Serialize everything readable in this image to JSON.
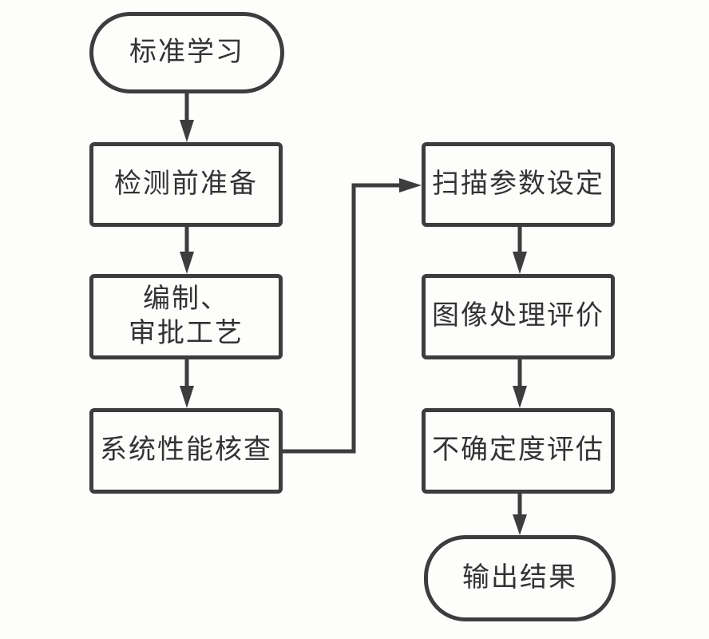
{
  "diagram": {
    "type": "flowchart",
    "colors": {
      "line": "#3d3d3d",
      "text": "#333333",
      "background": "#fdfdfb"
    },
    "nodes": {
      "standard_learning": {
        "label": "标准学习",
        "shape": "terminator"
      },
      "pre_inspection_preparation": {
        "label": "检测前准备",
        "shape": "process"
      },
      "compile_approve_procedure": {
        "line1": "编制、",
        "line2": "审批工艺",
        "shape": "process"
      },
      "system_performance_check": {
        "label": "系统性能核查",
        "shape": "process"
      },
      "scan_parameter_setting": {
        "label": "扫描参数设定",
        "shape": "process"
      },
      "image_processing_evaluation": {
        "label": "图像处理评价",
        "shape": "process"
      },
      "uncertainty_assessment": {
        "label": "不确定度评估",
        "shape": "process"
      },
      "output_result": {
        "label": "输出结果",
        "shape": "terminator"
      }
    },
    "edges": [
      {
        "from": "标准学习",
        "to": "检测前准备",
        "style": "arrow-down"
      },
      {
        "from": "检测前准备",
        "to": "编制、审批工艺",
        "style": "arrow-down"
      },
      {
        "from": "编制、审批工艺",
        "to": "系统性能核查",
        "style": "arrow-down"
      },
      {
        "from": "系统性能核查",
        "to": "扫描参数设定",
        "style": "arrow-elbow-right-up"
      },
      {
        "from": "扫描参数设定",
        "to": "图像处理评价",
        "style": "arrow-down"
      },
      {
        "from": "图像处理评价",
        "to": "不确定度评估",
        "style": "arrow-down"
      },
      {
        "from": "不确定度评估",
        "to": "输出结果",
        "style": "arrow-down"
      }
    ]
  }
}
